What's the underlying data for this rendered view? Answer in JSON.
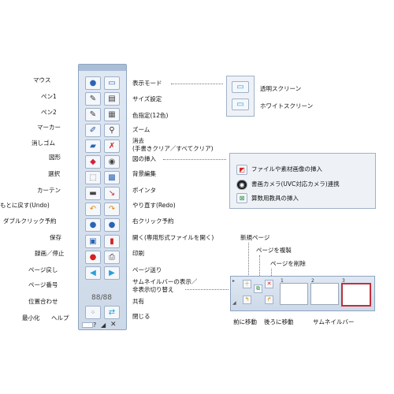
{
  "left_labels": [
    "マウス",
    "ペン1",
    "ペン2",
    "マーカー",
    "消しゴム",
    "図形",
    "選択",
    "カーテン",
    "もとに戻す(Undo)",
    "ダブルクリック予約",
    "保存",
    "録画／停止",
    "ページ戻し",
    "ページ番号",
    "位置合わせ"
  ],
  "right_labels": [
    "表示モード",
    "サイズ設定",
    "色指定(12色)",
    "ズーム",
    "消去",
    "(手書きクリア／すべてクリア)",
    "図の挿入",
    "背景編集",
    "ポインタ",
    "やり直す(Redo)",
    "右クリック予約",
    "開く(専用形式ファイルを開く)",
    "印刷",
    "ページ送り",
    "サムネイルバーの表示／",
    "非表示切り替え",
    "共有",
    "閉じる"
  ],
  "bottom_labels": {
    "minimize": "最小化",
    "help": "ヘルプ"
  },
  "page_indicator": "88/88",
  "display_mode_options": [
    "透明スクリーン",
    "ホワイトスクリーン"
  ],
  "insert_options": [
    "ファイルや素材画像の挿入",
    "書画カメラ(UVC対応カメラ)連携",
    "算数用教具の挿入"
  ],
  "thumbnail_bar": {
    "top_labels": [
      "新規ページ",
      "ページを複製",
      "ページを削除"
    ],
    "bottom_labels": [
      "前に移動",
      "後ろに移動",
      "サムネイルバー"
    ],
    "page_numbers": [
      "1",
      "2",
      "3"
    ]
  }
}
